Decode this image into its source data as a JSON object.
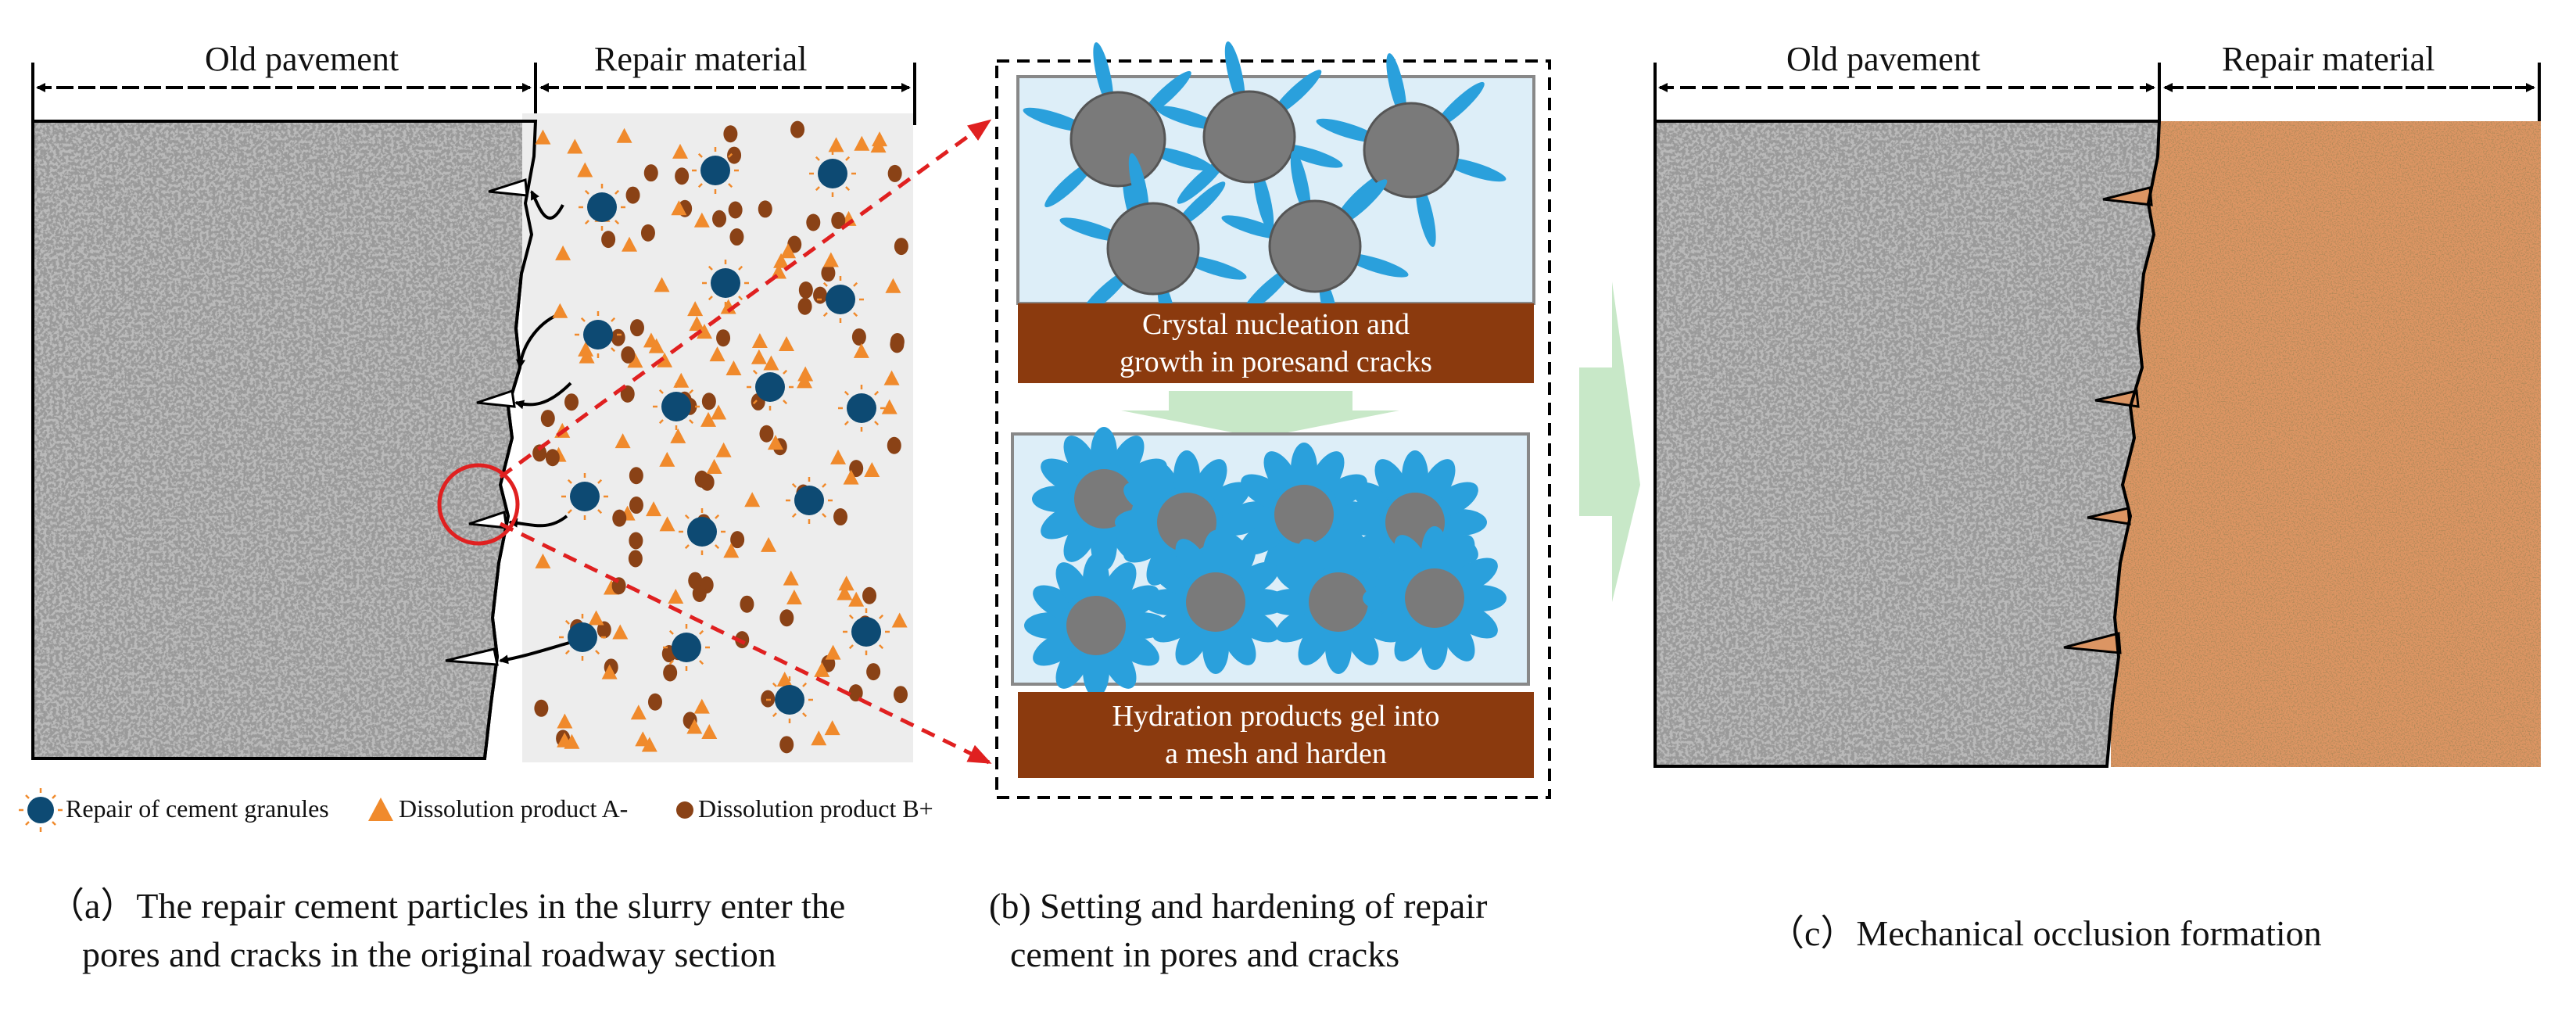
{
  "panel_a": {
    "old_label": "Old pavement",
    "repair_label": "Repair material",
    "legend": {
      "cement": "Repair of cement granules",
      "product_a": "Dissolution product A-",
      "product_b": "Dissolution product B+"
    },
    "caption_line1": "（a）The repair cement particles in the slurry enter the",
    "caption_line2": "pores and cracks in the original roadway section"
  },
  "panel_b": {
    "box1_line1": "Crystal nucleation and",
    "box1_line2": "growth in poresand cracks",
    "box2_line1": "Hydration products gel into",
    "box2_line2": "a mesh and harden",
    "caption_line1": "(b) Setting and hardening of repair",
    "caption_line2": "cement in pores and cracks"
  },
  "panel_c": {
    "old_label": "Old pavement",
    "repair_label": "Repair material",
    "caption": "（c）Mechanical occlusion formation"
  },
  "colors": {
    "cement": "#0d4a73",
    "product_a": "#f08a2c",
    "product_b": "#8a4216",
    "crystal": "#2aa0dc",
    "gel_label": "#8b3a0e",
    "arrow_red": "#e02020",
    "repair_fill": "#dc9563",
    "flow_arrow": "#c8e8c8"
  }
}
